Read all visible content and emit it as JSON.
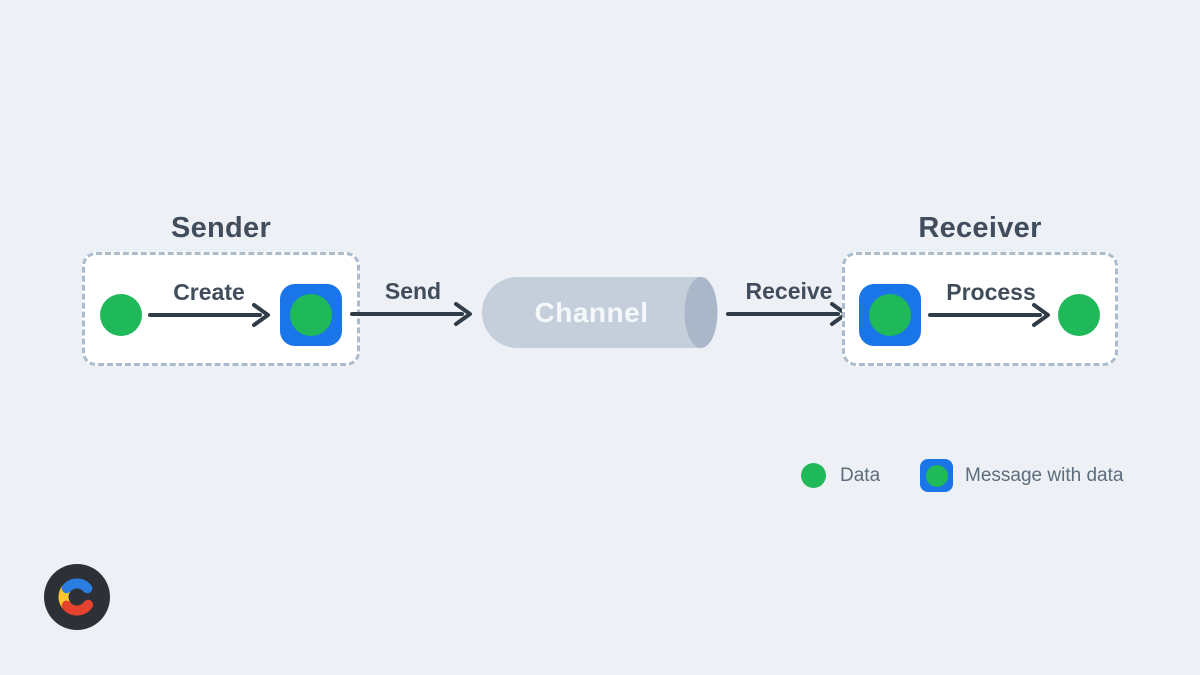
{
  "diagram": {
    "sender": {
      "title": "Sender"
    },
    "receiver": {
      "title": "Receiver"
    },
    "channel": {
      "label": "Channel"
    },
    "arrows": {
      "create": "Create",
      "send": "Send",
      "receive": "Receive",
      "process": "Process"
    },
    "legend": {
      "data_label": "Data",
      "message_label": "Message with data"
    },
    "colors": {
      "background": "#edf1f5",
      "green": "#20b95a",
      "blue": "#1a76e8",
      "channel_body": "#c5cfdc",
      "channel_end": "#a9b7c9",
      "arrow": "#313c49",
      "title_text": "#414d5c",
      "legend_text": "#5d6c7d",
      "dashed_border": "#adbccd",
      "logo_bg": "#2d3137",
      "logo_blue": "#2a7de1",
      "logo_yellow": "#fdc62f",
      "logo_red": "#e5432e"
    }
  }
}
